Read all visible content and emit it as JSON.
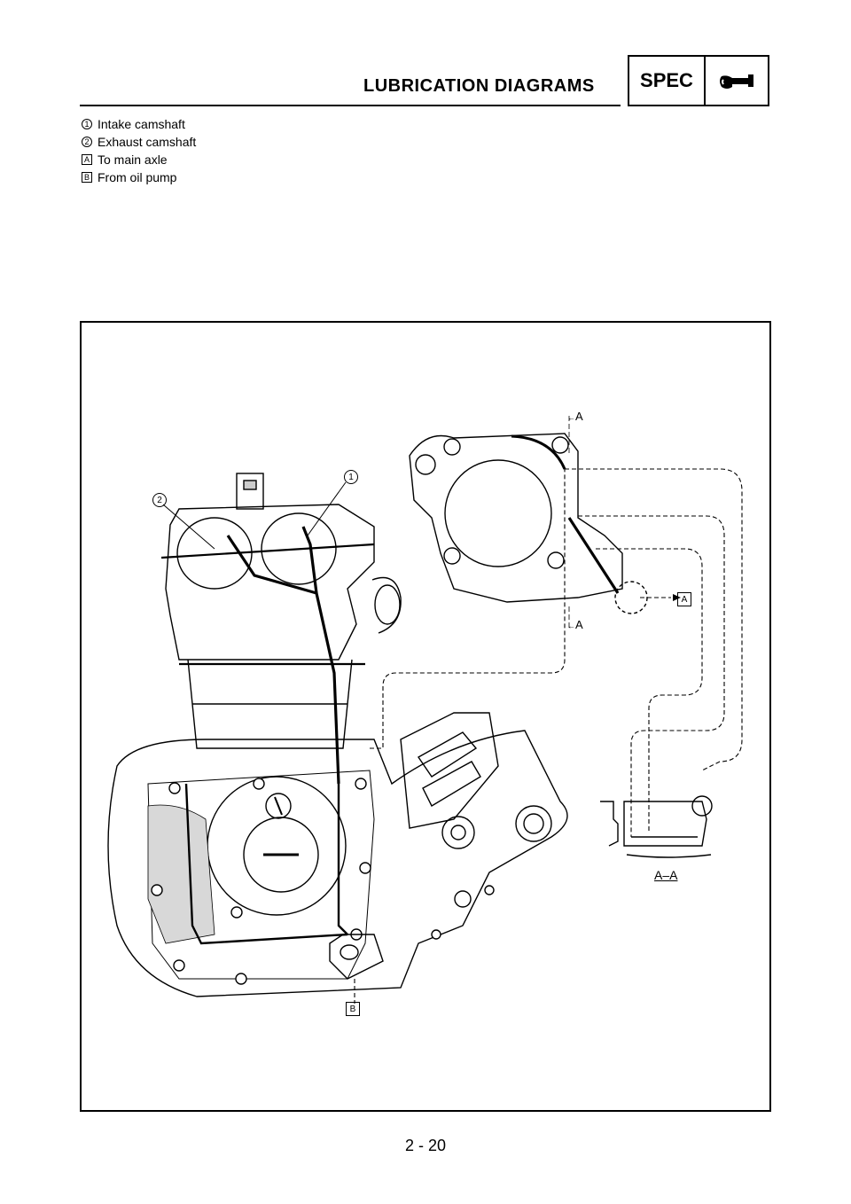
{
  "header": {
    "title": "LUBRICATION DIAGRAMS",
    "tag": "SPEC",
    "tag_icon": "wrench-icon"
  },
  "legend": [
    {
      "mark": "1",
      "shape": "circle",
      "text": "Intake camshaft"
    },
    {
      "mark": "2",
      "shape": "circle",
      "text": "Exhaust camshaft"
    },
    {
      "mark": "A",
      "shape": "square",
      "text": "To main axle"
    },
    {
      "mark": "B",
      "shape": "square",
      "text": "From oil pump"
    }
  ],
  "figure": {
    "callout_1": "1",
    "callout_2": "2",
    "callout_a": "A",
    "callout_b": "B",
    "section_mark_top": "A",
    "section_mark_bottom": "A",
    "section_label": "A–A"
  },
  "footer": {
    "page_number": "2 - 20"
  }
}
